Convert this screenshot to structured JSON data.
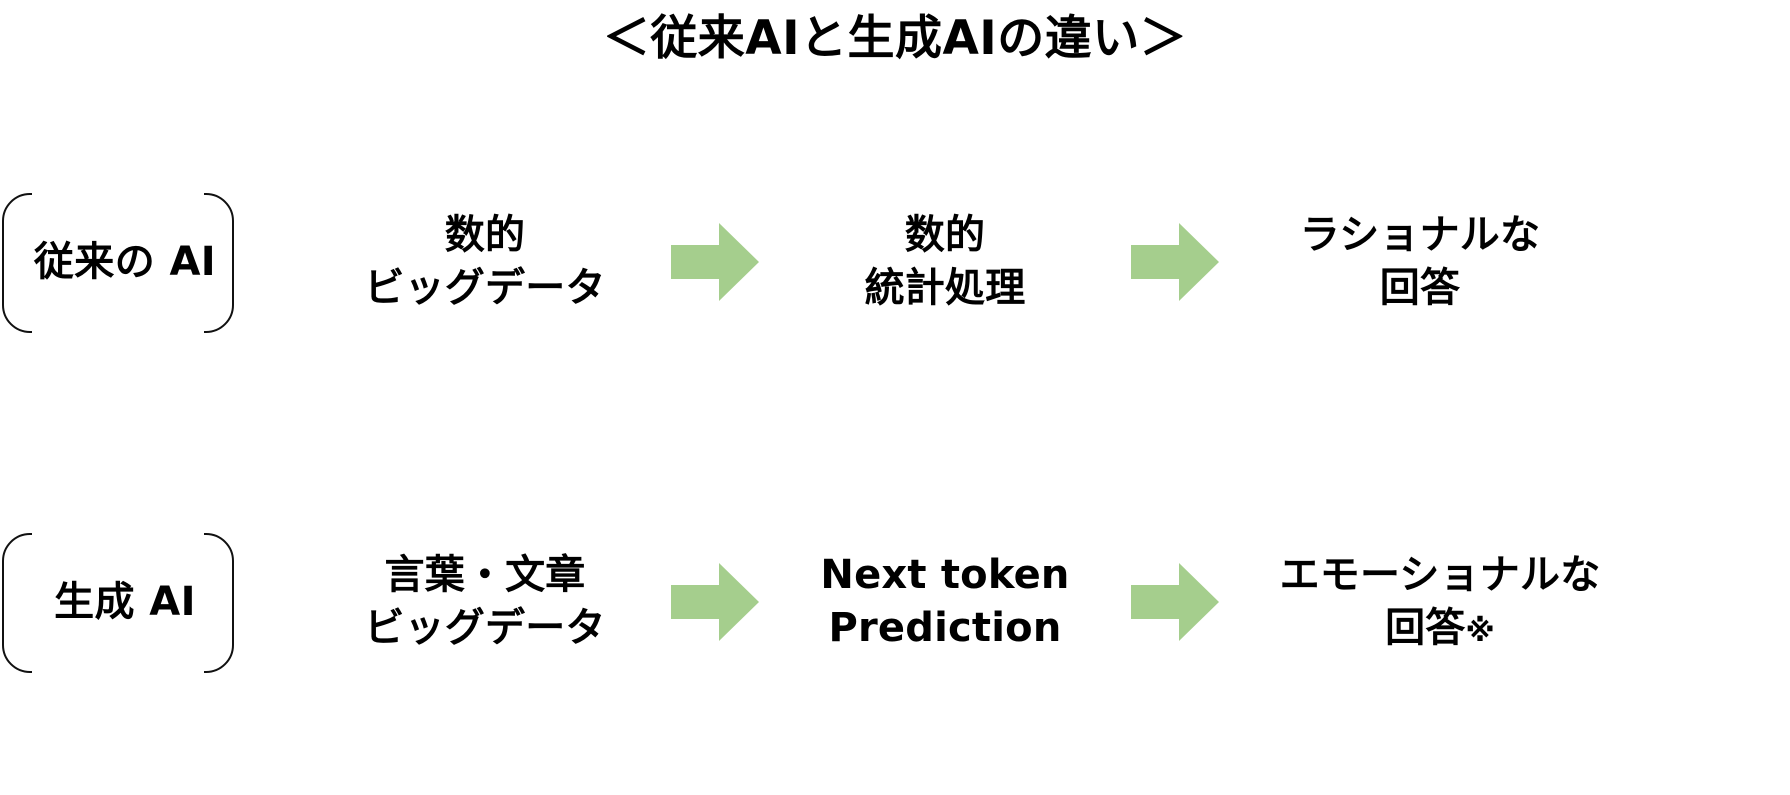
{
  "slide": {
    "title": "＜従来AIと生成AIの違い＞",
    "background_color": "#ffffff",
    "text_color": "#000000",
    "arrow_color": "#a5ce8d"
  },
  "rows": [
    {
      "id": "conventional-ai",
      "bracket_label_line1": "従来の",
      "bracket_label_line2": "AI",
      "stage1_line1": "数的",
      "stage1_line2": "ビッグデータ",
      "stage2_line1": "数的",
      "stage2_line2": "統計処理",
      "stage3_line1": "ラショナルな",
      "stage3_line2": "回答",
      "stage3_mark": ""
    },
    {
      "id": "generative-ai",
      "bracket_label_line1": "生成",
      "bracket_label_line2": "AI",
      "stage1_line1": "言葉・文章",
      "stage1_line2": "ビッグデータ",
      "stage2_line1": "Next token",
      "stage2_line2": "Prediction",
      "stage3_line1": "エモーショナルな",
      "stage3_line2": "回答",
      "stage3_mark": "※"
    }
  ],
  "icons": {
    "arrow_right": "arrow-right-icon"
  }
}
